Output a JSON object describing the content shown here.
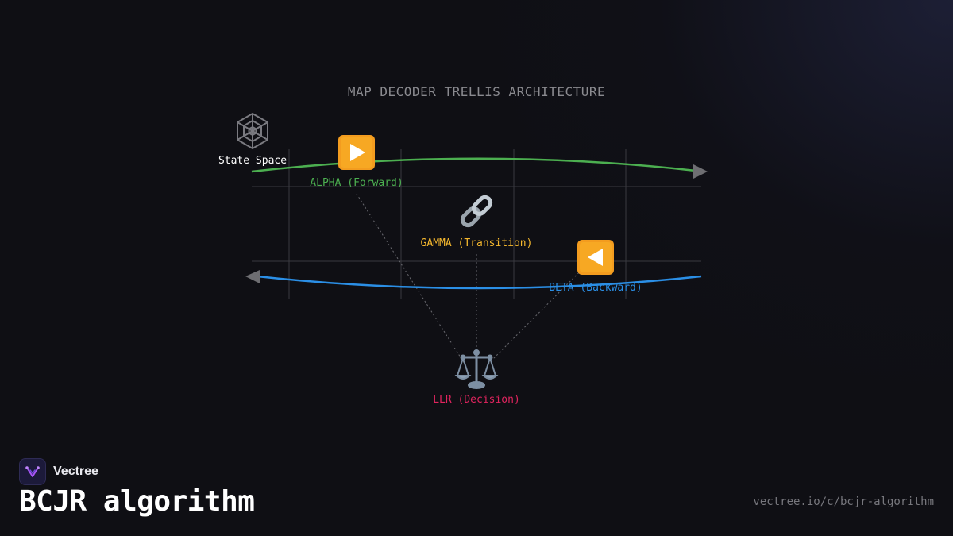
{
  "diagram": {
    "title": "MAP DECODER TRELLIS ARCHITECTURE",
    "nodes": {
      "state_space": {
        "label": "State Space",
        "icon": "spider-web-icon",
        "color": "#ffffff"
      },
      "alpha": {
        "label": "ALPHA (Forward)",
        "icon": "play-button-icon",
        "color": "#4caf50"
      },
      "gamma": {
        "label": "GAMMA (Transition)",
        "icon": "link-icon",
        "color": "#f5b82e"
      },
      "beta": {
        "label": "BETA (Backward)",
        "icon": "reverse-button-icon",
        "color": "#2b8fe6"
      },
      "llr": {
        "label": "LLR (Decision)",
        "icon": "balance-scale-icon",
        "color": "#e0245e"
      }
    },
    "colors": {
      "forward": "#4caf50",
      "backward": "#2b8fe6",
      "grid": "#3a3a40",
      "arrowhead": "#6e6e72"
    }
  },
  "brand": {
    "name": "Vectree",
    "logo_icon": "vectree-logo-icon"
  },
  "page": {
    "title": "BCJR algorithm",
    "url": "vectree.io/c/bcjr-algorithm"
  }
}
